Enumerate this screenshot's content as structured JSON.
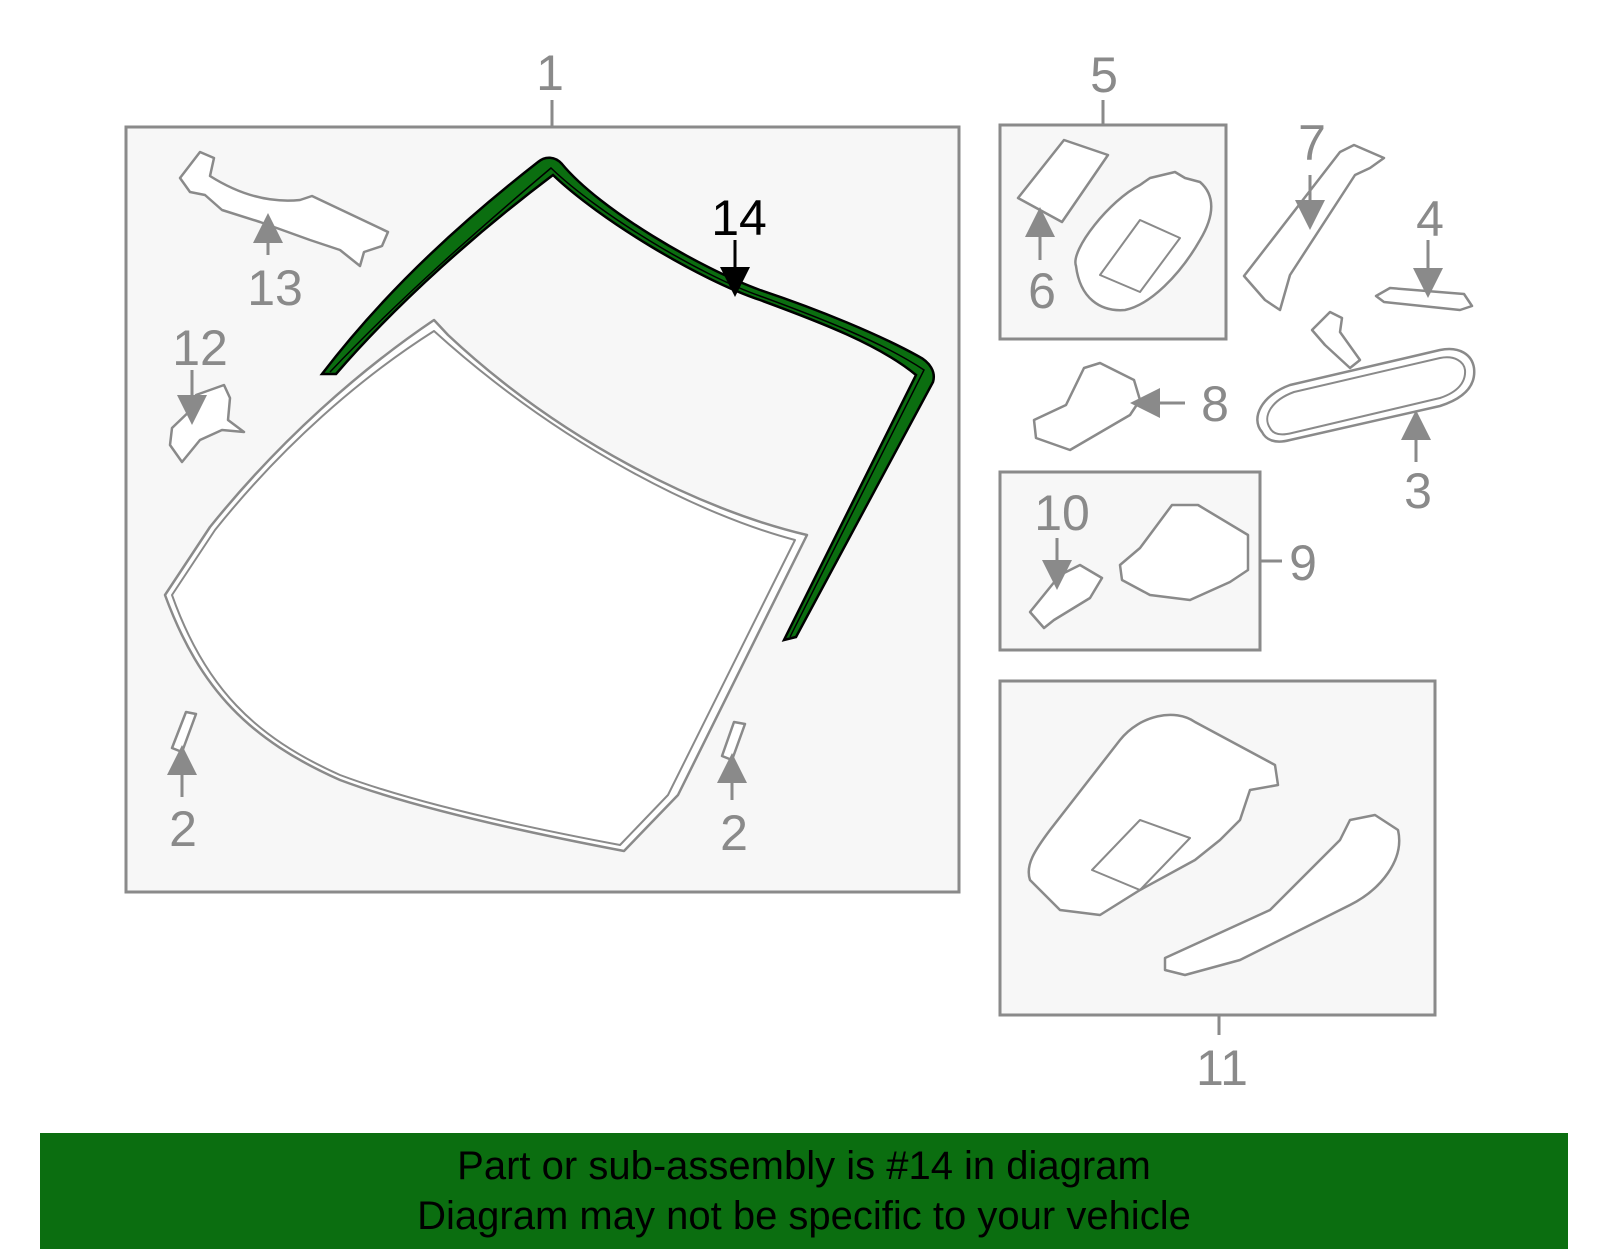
{
  "diagram": {
    "callouts": {
      "c1": "1",
      "c2a": "2",
      "c2b": "2",
      "c3": "3",
      "c4": "4",
      "c5": "5",
      "c6": "6",
      "c7": "7",
      "c8": "8",
      "c9": "9",
      "c10": "10",
      "c11": "11",
      "c12": "12",
      "c13": "13",
      "c14": "14"
    },
    "highlighted_part": "14",
    "highlight_color": "#0b6e10",
    "line_color": "#8a8a8a"
  },
  "banner": {
    "line1": "Part or sub-assembly is #14 in diagram",
    "line2": "Diagram may not be specific to your vehicle",
    "bg_color": "#0b6e10"
  }
}
